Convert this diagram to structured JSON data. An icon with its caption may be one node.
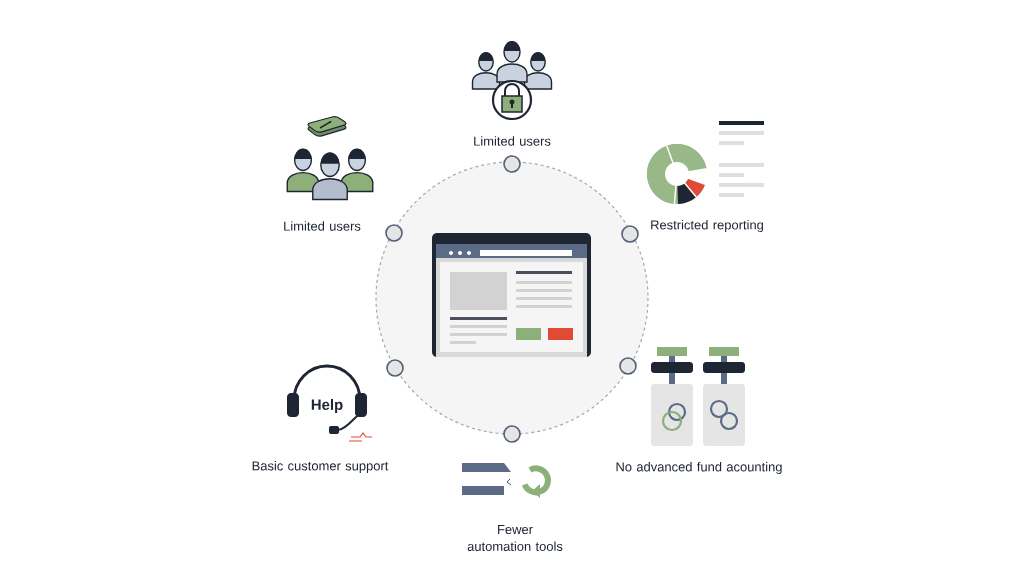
{
  "diagram": {
    "nodes": [
      {
        "text": [
          "Limited users"
        ]
      },
      {
        "text": [
          "Limited users"
        ]
      },
      {
        "text": [
          "Restricted reporting"
        ]
      },
      {
        "text": [
          "Basic customer support"
        ]
      },
      {
        "text": [
          "No advanced fund acounting"
        ]
      },
      {
        "text": [
          "Fewer automation tools"
        ]
      }
    ],
    "labels": [
      "Help"
    ]
  }
}
